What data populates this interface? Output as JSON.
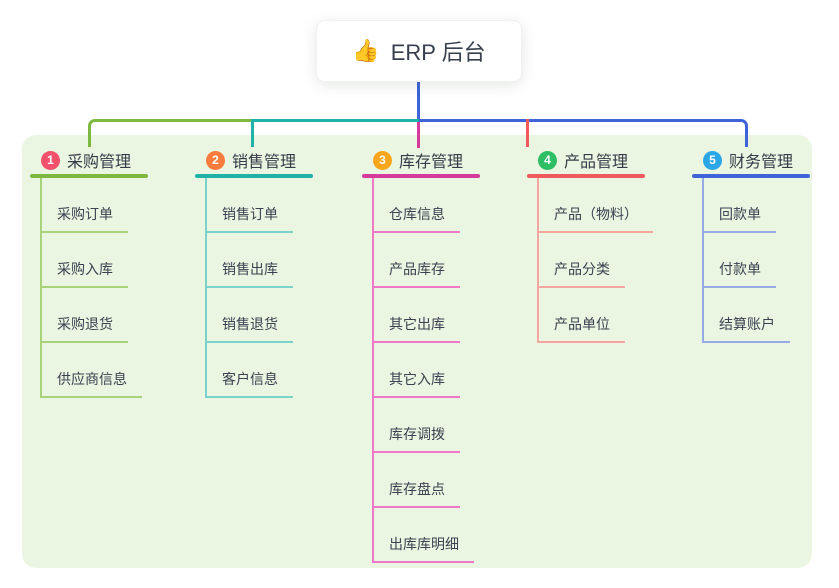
{
  "root": {
    "emoji": "👍",
    "label": "ERP 后台"
  },
  "panel_background": "#EAF6E2",
  "branches": [
    {
      "num": "1",
      "label": "采购管理",
      "color": "#7CB93E",
      "light_color": "#A9D37B",
      "badge_color": "#F4526C",
      "children": [
        "采购订单",
        "采购入库",
        "采购退货",
        "供应商信息"
      ]
    },
    {
      "num": "2",
      "label": "销售管理",
      "color": "#1FB3A8",
      "light_color": "#7DD1CB",
      "badge_color": "#F97C3D",
      "children": [
        "销售订单",
        "销售出库",
        "销售退货",
        "客户信息"
      ]
    },
    {
      "num": "3",
      "label": "库存管理",
      "color": "#D63A9C",
      "light_color": "#F078C6",
      "badge_color": "#F9A61C",
      "children": [
        "仓库信息",
        "产品库存",
        "其它出库",
        "其它入库",
        "库存调拨",
        "库存盘点",
        "出库库明细"
      ]
    },
    {
      "num": "4",
      "label": "产品管理",
      "color": "#F05A5A",
      "light_color": "#F6A5A1",
      "badge_color": "#2EBE64",
      "children": [
        "产品（物料）",
        "产品分类",
        "产品单位"
      ]
    },
    {
      "num": "5",
      "label": "财务管理",
      "color": "#3F63D8",
      "light_color": "#96AAE5",
      "badge_color": "#2BA7E8",
      "children": [
        "回款单",
        "付款单",
        "结算账户"
      ]
    }
  ]
}
